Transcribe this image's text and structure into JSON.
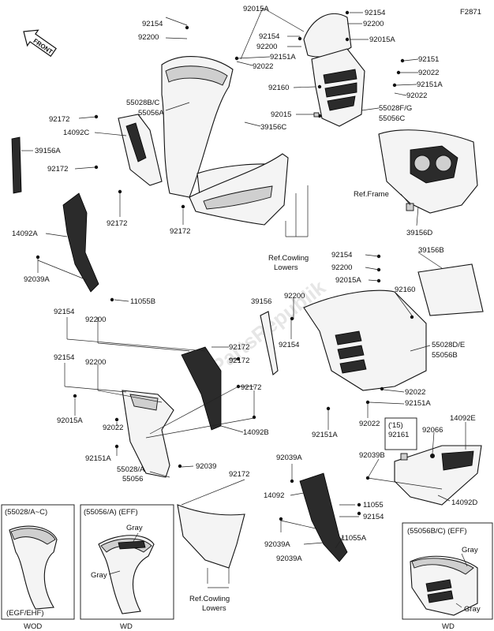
{
  "figure_code": "F2871",
  "front_label": "FRONT",
  "watermark": "PartsRepublik",
  "labels": {
    "l92015A_top": "92015A",
    "l92154_top_r": "92154",
    "l92200_top_r": "92200",
    "l92154_a": "92154",
    "l92200_a": "92200",
    "l92154_b": "92154",
    "l92200_b": "92200",
    "l92151A_a": "92151A",
    "l92022_a": "92022",
    "l92015A_r": "92015A",
    "l92151_r": "92151",
    "l92022_r": "92022",
    "l92151A_r": "92151A",
    "l92022_r2": "92022",
    "l92160_a": "92160",
    "l92015": "92015",
    "l55028FG": "55028F/G",
    "l55056C": "55056C",
    "l55028BC": "55028B/C",
    "l55056A": "55056A",
    "l39156C": "39156C",
    "l92172_a": "92172",
    "l14092C": "14092C",
    "l39156A": "39156A",
    "l92172_b": "92172",
    "l92172_c": "92172",
    "l92172_d": "92172",
    "l14092A": "14092A",
    "l92039A_a": "92039A",
    "l11055B": "11055B",
    "l_ref_frame": "Ref.Frame",
    "l39156D": "39156D",
    "l_ref_cowl_1": "Ref.Cowling",
    "l_lowers_1": "Lowers",
    "l92154_m": "92154",
    "l92200_m": "92200",
    "l92015A_m": "92015A",
    "l39156B": "39156B",
    "l92160_m": "92160",
    "l39156": "39156",
    "l92200_m2": "92200",
    "l92154_m2": "92154",
    "l55028DE": "55028D/E",
    "l55056B": "55056B",
    "l92022_m": "92022",
    "l92151A_m": "92151A",
    "l92151A_m2": "92151A",
    "l92022_m2": "92022",
    "l92154_L1": "92154",
    "l92200_L1": "92200",
    "l92172_L1": "92172",
    "l92172_L2": "92172",
    "l92154_L2": "92154",
    "l92200_L2": "92200",
    "l92172_L3": "92172",
    "l92015A_L": "92015A",
    "l92022_L": "92022",
    "l92151A_L": "92151A",
    "l14092B": "14092B",
    "l55028A": "55028/A",
    "l55056": "55056",
    "l92039_L": "92039",
    "l92172_L4": "92172",
    "l92039A_b": "92039A",
    "l14092": "14092",
    "l11055": "11055",
    "l92154_c": "92154",
    "l11055A": "11055A",
    "l92039A_c": "92039A",
    "l92039A_d": "92039A",
    "l_ref_cowl_2": "Ref.Cowling",
    "l_lowers_2": "Lowers",
    "l14092E": "14092E",
    "l_15": "('15)",
    "l92161": "92161",
    "l92066": "92066",
    "l92039B": "92039B",
    "l14092D": "14092D"
  },
  "insets": {
    "left": {
      "title": "(55028/A~C)",
      "caption": "(EGF/EHF)",
      "code": "WOD"
    },
    "middle": {
      "title": "(55056/A) (EFF)",
      "gray1": "Gray",
      "gray2": "Gray",
      "code": "WD"
    },
    "right": {
      "title": "(55056B/C)  (EFF)",
      "gray1": "Gray",
      "gray2": "Gray",
      "code": "WD"
    }
  }
}
